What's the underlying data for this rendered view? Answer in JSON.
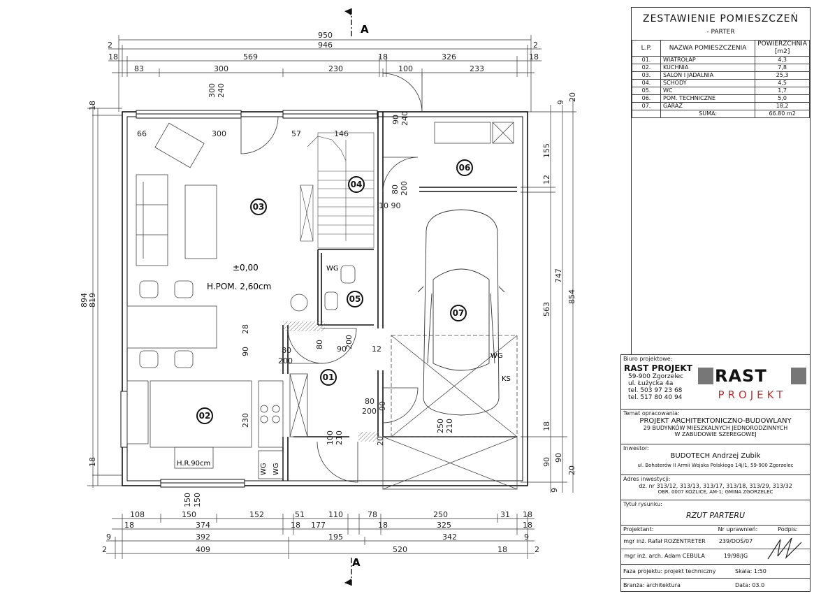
{
  "schedule": {
    "title": "ZESTAWIENIE POMIESZCZEŃ",
    "subtitle": "- PARTER",
    "headers": {
      "lp": "L.P.",
      "name": "NAZWA POMIESZCZENIA",
      "area": "POWIERZCHNIA [m2]"
    },
    "rows": [
      {
        "lp": "01.",
        "name": "WIATROŁAP",
        "area": "4,3"
      },
      {
        "lp": "02.",
        "name": "KUCHNIA",
        "area": "7,8"
      },
      {
        "lp": "03.",
        "name": "SALON I JADALNIA",
        "area": "25,3"
      },
      {
        "lp": "04.",
        "name": "SCHODY",
        "area": "4,5"
      },
      {
        "lp": "05.",
        "name": "WC",
        "area": "1,7"
      },
      {
        "lp": "06.",
        "name": "POM. TECHNICZNE",
        "area": "5,0"
      },
      {
        "lp": "07.",
        "name": "GARAŻ",
        "area": "18,2"
      }
    ],
    "sum_label": "SUMA:",
    "sum_value": "66.80 m2"
  },
  "office": {
    "label": "Biuro projektowe:",
    "name": "RAST PROJEKT",
    "addr1": "59-900 Zgorzelec",
    "addr2": "ul. Łużycka 4a",
    "tel1": "tel. 503 97 23 68",
    "tel2": "tel. 517 80 40 94",
    "logo_top": "RAST",
    "logo_bottom": "PROJEKT"
  },
  "topic": {
    "label": "Temat opracowania:",
    "line1": "PROJEKT ARCHITEKTONICZNO-BUDOWLANY",
    "line2": "29 BUDYNKÓW MIESZKALNYCH JEDNORODZINNYCH",
    "line3": "W ZABUDOWIE SZEREGOWEJ"
  },
  "investor": {
    "label": "Inwestor:",
    "name": "BUDOTECH Andrzej Zubik",
    "addr": "ul. Bohaterów II Armii Wojska Polskiego 14j/1, 59-900 Zgorzelec"
  },
  "site": {
    "label": "Adres inwestycji:",
    "line1": "dz. nr 313/12, 313/13, 313/17, 313/18, 313/29, 313/32",
    "line2": "OBR. 0007 KOŹLICE, AM-1; GMINA ZGORZELEC"
  },
  "drawing": {
    "label": "Tytuł rysunku:",
    "title": "RZUT PARTERU"
  },
  "authors": {
    "h_designer": "Projektant:",
    "h_license": "Nr uprawnień:",
    "h_sign": "Podpis:",
    "rows": [
      {
        "name": "mgr inż. Rafał ROZENTRETER",
        "license": "239/DOŚ/07"
      },
      {
        "name": "mgr inż. arch. Adam CEBULA",
        "license": "19/98/JG"
      }
    ]
  },
  "footer": {
    "phase": "Faza projektu: projekt techniczny",
    "scale": "Skala: 1:50",
    "branch": "Branża: architektura",
    "date": "Data: 03.0"
  },
  "plan": {
    "section": "A",
    "rooms": [
      "01",
      "02",
      "03",
      "04",
      "05",
      "06",
      "07"
    ],
    "level": "±0,00",
    "height": "H.POM. 2,60cm",
    "top_dims": {
      "r1": [
        "950"
      ],
      "r2": [
        "2",
        "946",
        "2"
      ],
      "r3": [
        "18",
        "569",
        "18",
        "326",
        "18"
      ],
      "r4": [
        "83",
        "300",
        "230",
        "100",
        "233"
      ]
    },
    "bottom_dims": {
      "r1": [
        "108",
        "150",
        "152",
        "51",
        "110",
        "78",
        "250",
        "31",
        "18"
      ],
      "r2": [
        "18",
        "374",
        "18",
        "177",
        "18",
        "325",
        "18"
      ],
      "r3": [
        "9",
        "392",
        "195",
        "342",
        "9"
      ],
      "r4": [
        "2",
        "409",
        "520",
        "18",
        "2"
      ]
    },
    "left_dims": {
      "outer": "894",
      "inner": "819",
      "top": "18",
      "bottom": "18"
    },
    "right_dims": [
      "9",
      "20",
      "155",
      "12",
      "747",
      "854",
      "563",
      "18",
      "90",
      "90",
      "20",
      "9"
    ],
    "interior_dims": {
      "d_300_240": [
        "300",
        "240"
      ],
      "d_66": "66",
      "d_300": "300",
      "d_57": "57",
      "d_146": "146",
      "d_90_240": [
        "90",
        "240"
      ],
      "d_80_200_a": [
        "80",
        "200"
      ],
      "d_10_90": "10 90",
      "d_28": "28",
      "d_90": "90",
      "d_80_200_b": [
        "80",
        "200"
      ],
      "d_80_200_c": [
        "80",
        "200"
      ],
      "d_90b": "90",
      "d_12": "12",
      "d_80_200_d": [
        "80",
        "200"
      ],
      "d_90c": "90",
      "d_230": "230",
      "d_100_210": [
        "100",
        "210"
      ],
      "d_250_210": [
        "250",
        "210"
      ],
      "d_20": "20",
      "d_150_150": [
        "150",
        "150"
      ],
      "wg1": "WG",
      "wg2": "WG",
      "wg3": "WG",
      "wg4": "WG",
      "ks": "KS",
      "hr": "H.R.90cm"
    }
  }
}
